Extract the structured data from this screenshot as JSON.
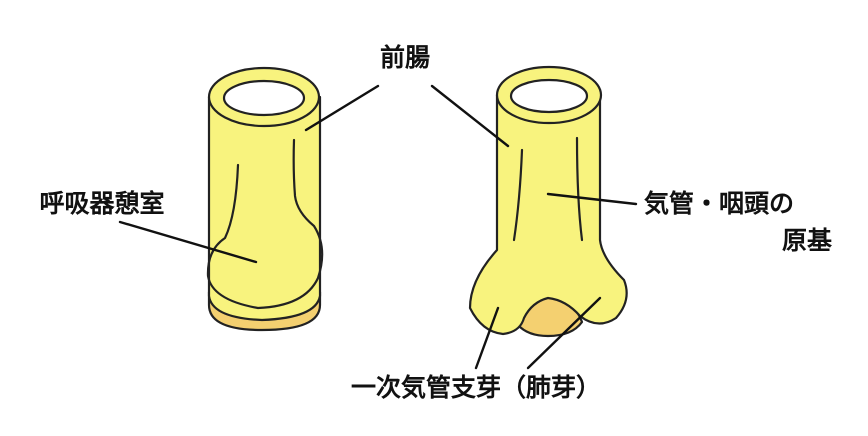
{
  "labels": {
    "foregut": "前腸",
    "respiratory_diverticulum": "呼吸器憩室",
    "tracheopharyngeal_primordium_line1": "気管・咽頭の",
    "tracheopharyngeal_primordium_line2": "原基",
    "primary_bronchial_buds": "一次気管支芽（肺芽）"
  },
  "colors": {
    "tube_fill": "#f8f37e",
    "tube_inner": "#ffffff",
    "bud_fill": "#f4d070",
    "outline": "#222222",
    "text": "#111111"
  }
}
